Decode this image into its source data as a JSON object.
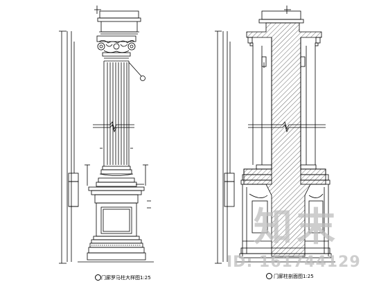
{
  "drawings": {
    "left": {
      "caption": "门廊罗马柱大样图1:25"
    },
    "right": {
      "caption": "门廊柱剖面图1:25"
    }
  },
  "watermark": {
    "brand": "知末",
    "id": "ID: 161744129",
    "color": "#bebebe"
  },
  "colors": {
    "line": "#000000",
    "background": "#ffffff"
  }
}
